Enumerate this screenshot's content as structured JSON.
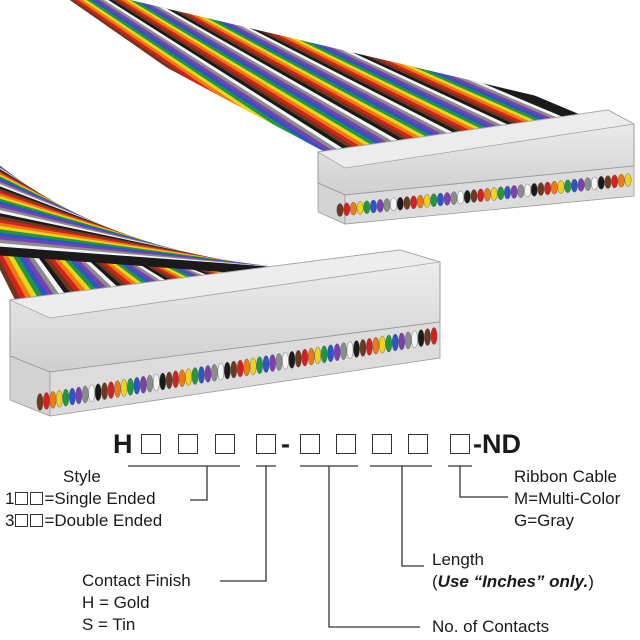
{
  "part_number": {
    "prefix": "H",
    "dash": "-",
    "suffix": "-ND"
  },
  "callouts": {
    "style": {
      "title": "Style",
      "single_code": "1",
      "single_text": "=Single Ended",
      "double_code": "3",
      "double_text": "=Double Ended"
    },
    "finish": {
      "title": "Contact Finish",
      "gold": "H = Gold",
      "tin": "S = Tin"
    },
    "contacts": {
      "title": "No. of Contacts"
    },
    "length": {
      "title": "Length",
      "open": "(",
      "note_bold": "Use “Inches” only.",
      "close": ")"
    },
    "cable": {
      "title": "Ribbon Cable",
      "multi": "M=Multi-Color",
      "gray": "G=Gray"
    }
  },
  "colors": {
    "wires": [
      "#6b3a1e",
      "#d42020",
      "#f07a10",
      "#f2d21a",
      "#1f9a3a",
      "#2a56c8",
      "#7a3fb0",
      "#8c8c8c",
      "#f4f4f4",
      "#1a1a1a"
    ],
    "connector": "#e2e2e2",
    "text": "#1a1a1a"
  }
}
